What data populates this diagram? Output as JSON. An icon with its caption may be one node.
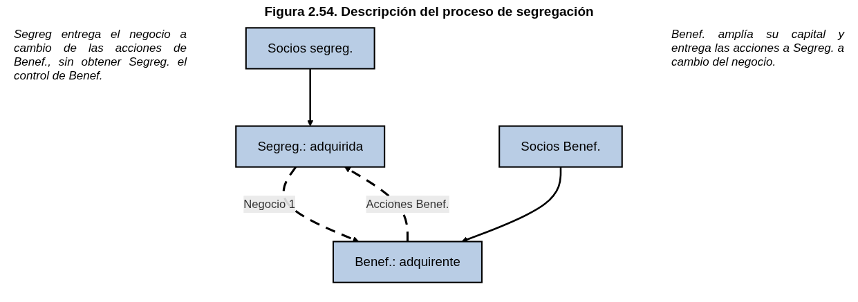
{
  "diagram": {
    "title": "Figura 2.54. Descripción del proceso de segregación",
    "nodes": [
      {
        "text": [
          "Socios segreg."
        ]
      },
      {
        "text": [
          "Segreg.: adquirida"
        ]
      },
      {
        "text": [
          "Benef.: adquirente"
        ]
      },
      {
        "text": [
          "Socios Benef."
        ]
      }
    ],
    "edges": [
      {
        "from": 0,
        "to": 1,
        "arrow": "to"
      },
      {
        "from": 2,
        "to": 1,
        "arrow": "to",
        "label": "Acciones Benef.",
        "style": "dashed"
      },
      {
        "from": 1,
        "to": 2,
        "arrow": "to",
        "label": "Negocio 1",
        "style": "dashed"
      },
      {
        "from": 3,
        "to": 2,
        "arrow": "to"
      }
    ],
    "labels": [
      "Segreg entrega el negocio a cambio de las acciones de Benef., sin obtener Segreg. el control de Benef.",
      "Benef. amplía su capital y entrega las acciones a Segreg. a cambio del negocio."
    ]
  }
}
